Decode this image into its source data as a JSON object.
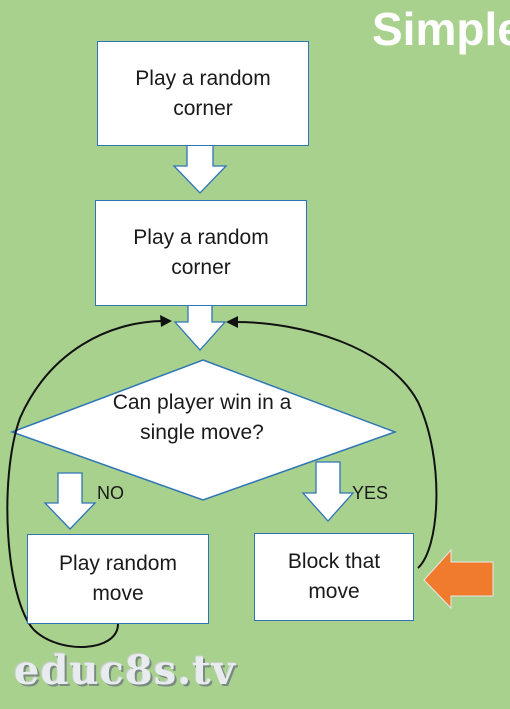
{
  "header": {
    "title": "Simple"
  },
  "flow": {
    "step1": "Play a random corner",
    "step2": "Play a random corner",
    "decision": "Can player win in a single move?",
    "no_label": "NO",
    "yes_label": "YES",
    "no_action": "Play random move",
    "yes_action": "Block that move"
  },
  "watermark": {
    "text": "educ8s.tv"
  },
  "colors": {
    "background": "#a9d18e",
    "box_border": "#2e75b6",
    "pointer_arrow": "#f07b2c"
  }
}
